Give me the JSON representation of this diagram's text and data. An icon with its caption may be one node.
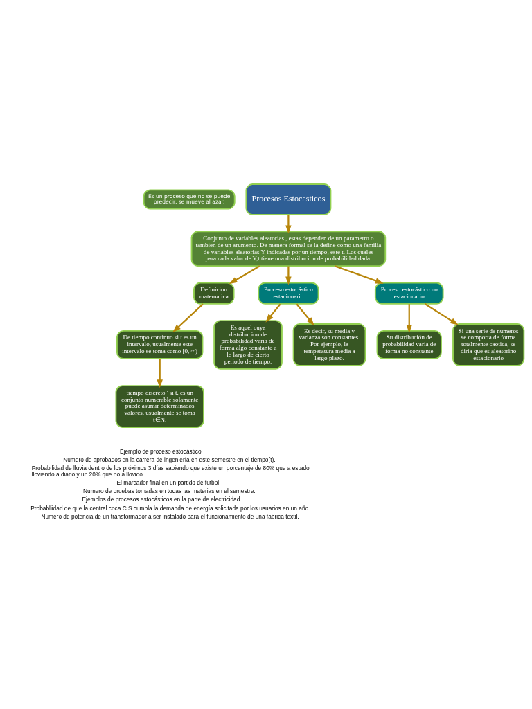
{
  "diagram": {
    "nodes": [
      {
        "text": [
          "Es un proceso que no se puede predecir, se mueve al azar."
        ]
      },
      {
        "text": [
          "Procesos Estocasticos"
        ]
      },
      {
        "text": [
          "Conjunto de variables aleatorias , estas dependen de un parametro o tambien de un arumento. De manera formal se la define como una familia de variables aleatorias Y indicadas por un tiempo, este t. Los cuales para cada valor de Y,t tiene una distribucion de probabilidad dada."
        ]
      },
      {
        "text": [
          "Definicion matematica"
        ]
      },
      {
        "text": [
          "De tiempo continuo si t es un intervalo, usualmente este intervalo se toma como [0, ∞)"
        ]
      },
      {
        "text": [
          "tiempo discreto\" si t, es un conjunto numerable solamente puede asumir determinados valores, usualmente se toma t∈N."
        ]
      },
      {
        "text": [
          "Proceso estocástico estacionario"
        ]
      },
      {
        "text": [
          "Proceso estocástico no estacionario"
        ]
      },
      {
        "text": [
          "Es aquel cuya distribucion de probabilidad varia de forma algo constante a lo largo de cierto periodo de tiempo."
        ]
      },
      {
        "text": [
          "Es decir, su media y varianza son constantes. Por ejemplo, la temperatura media a largo plazo."
        ]
      },
      {
        "text": [
          "Su distribución de probabilidad varia de forma no constante"
        ]
      },
      {
        "text": [
          "Si una serie de numeros se comporta de forma totalmente caotica, se diria que es aleatorino estacionario"
        ]
      }
    ],
    "edges": [
      {
        "from": 1,
        "to": 2,
        "arrow": "to"
      },
      {
        "from": 2,
        "to": 3,
        "arrow": "to"
      },
      {
        "from": 3,
        "to": 4,
        "arrow": "to"
      },
      {
        "from": 4,
        "to": 5,
        "arrow": "to"
      },
      {
        "from": 2,
        "to": 6,
        "arrow": "to"
      },
      {
        "from": 2,
        "to": 7,
        "arrow": "to"
      },
      {
        "from": 6,
        "to": 8,
        "arrow": "to"
      },
      {
        "from": 6,
        "to": 9,
        "arrow": "to"
      },
      {
        "from": 7,
        "to": 10,
        "arrow": "to"
      },
      {
        "from": 7,
        "to": 11,
        "arrow": "to"
      }
    ],
    "labels": [
      "Ejemplo de proceso estocástico",
      "Numero de aprobados en la carrera de ingeniería en este semestre en el tiempo(t).",
      "Probabilidad de lluvia dentro de los próximos 3 días sabiendo que existe un porcentaje de 80% que a estado lloviendo a diario y un 20% que no a llovido.",
      "El marcador final en un partido de futbol.",
      "Numero de pruebas tomadas en todas las materias en el semestre.",
      "Ejemplos de procesos estocásticos en la parte de electricidad.",
      "Probabliidad de que la central coca C S cumpla la demanda de energía solicitada por los usuarios en un año.",
      "Numero de potencia de un transformador a ser instalado para el funcionamiento de una fabrica textil."
    ]
  }
}
